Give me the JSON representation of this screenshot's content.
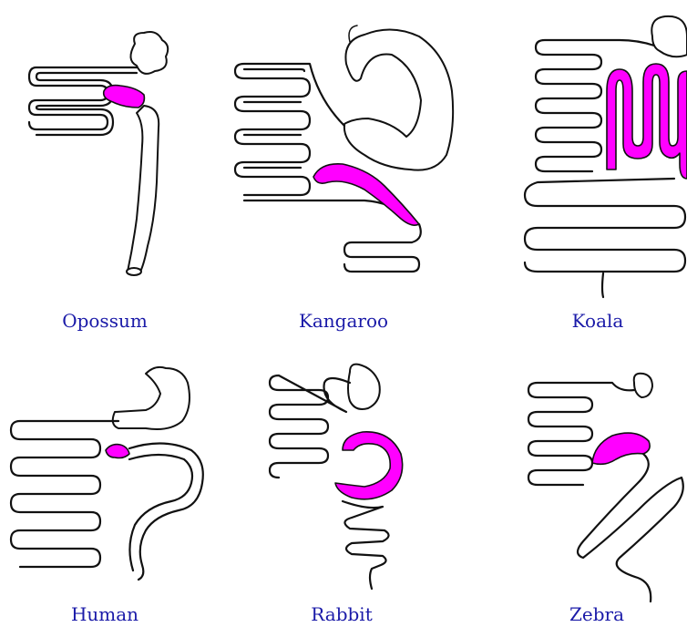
{
  "figure": {
    "highlight_color": "#ff00ff",
    "label_color": "#1a1aa8",
    "panels": [
      {
        "id": "opossum",
        "label": "Opossum"
      },
      {
        "id": "kangaroo",
        "label": "Kangaroo"
      },
      {
        "id": "koala",
        "label": "Koala"
      },
      {
        "id": "human",
        "label": "Human"
      },
      {
        "id": "rabbit",
        "label": "Rabbit"
      },
      {
        "id": "zebra",
        "label": "Zebra"
      }
    ]
  }
}
